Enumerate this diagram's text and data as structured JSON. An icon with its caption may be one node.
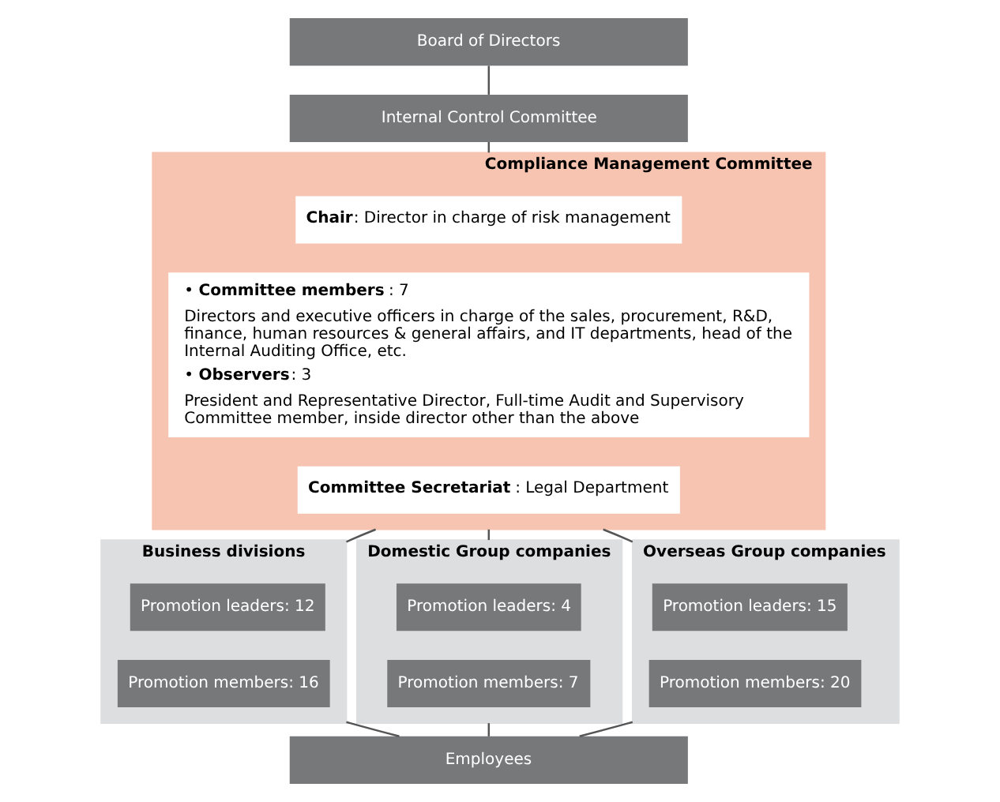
{
  "diagram": {
    "nodes": [
      {
        "text": [
          "Board of Directors"
        ]
      },
      {
        "text": [
          "Internal Control Committee"
        ]
      },
      {
        "text": [
          "**Compliance Management Committee**"
        ]
      },
      {
        "text": [
          "**Chair**: Director in charge of risk management"
        ],
        "in": 2
      },
      {
        "text": [
          "• **Committee members**: 7",
          "Directors and executive officers in charge of the sales, procurement, R&D, finance, human resources & general affairs, and IT departments, head of the Internal Auditing Office, etc.",
          "• **Observers**: 3",
          "President and Representative Director, Full-time Audit and Supervisory Committee member, inside director other than the above"
        ],
        "in": 2
      },
      {
        "text": [
          "**Committee Secretariat**: Legal Department"
        ],
        "in": 2
      },
      {
        "text": [
          "**Business divisions**"
        ]
      },
      {
        "text": [
          "Promotion leaders: 12"
        ],
        "in": 6
      },
      {
        "text": [
          "Promotion members: 16"
        ],
        "in": 6
      },
      {
        "text": [
          "**Domestic Group companies**"
        ]
      },
      {
        "text": [
          "Promotion leaders: 4"
        ],
        "in": 9
      },
      {
        "text": [
          "Promotion members: 7"
        ],
        "in": 9
      },
      {
        "text": [
          "**Overseas Group companies**"
        ]
      },
      {
        "text": [
          "Promotion leaders: 15"
        ],
        "in": 12
      },
      {
        "text": [
          "Promotion members: 20"
        ],
        "in": 12
      },
      {
        "text": [
          "Employees"
        ]
      }
    ],
    "edges": [
      {
        "from": 0,
        "to": 1,
        "arrow": "none"
      },
      {
        "from": 1,
        "to": 2,
        "arrow": "none"
      },
      {
        "from": 2,
        "to": 6,
        "arrow": "none"
      },
      {
        "from": 2,
        "to": 9,
        "arrow": "none"
      },
      {
        "from": 2,
        "to": 12,
        "arrow": "none"
      },
      {
        "from": 6,
        "to": 15,
        "arrow": "none"
      },
      {
        "from": 9,
        "to": 15,
        "arrow": "none"
      },
      {
        "from": 12,
        "to": 15,
        "arrow": "none"
      }
    ]
  }
}
